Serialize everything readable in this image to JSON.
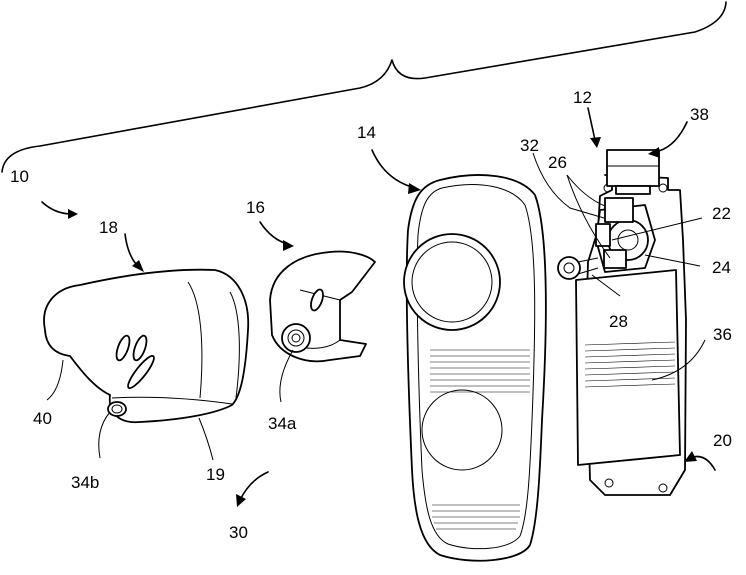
{
  "colors": {
    "background": "#ffffff",
    "ink": "#000000"
  },
  "labels": {
    "ref_10": "10",
    "ref_12": "12",
    "ref_14": "14",
    "ref_16": "16",
    "ref_18": "18",
    "ref_19": "19",
    "ref_20": "20",
    "ref_22": "22",
    "ref_24": "24",
    "ref_26": "26",
    "ref_28": "28",
    "ref_30": "30",
    "ref_32": "32",
    "ref_34a": "34a",
    "ref_34b": "34b",
    "ref_36": "36",
    "ref_38": "38",
    "ref_40": "40"
  }
}
